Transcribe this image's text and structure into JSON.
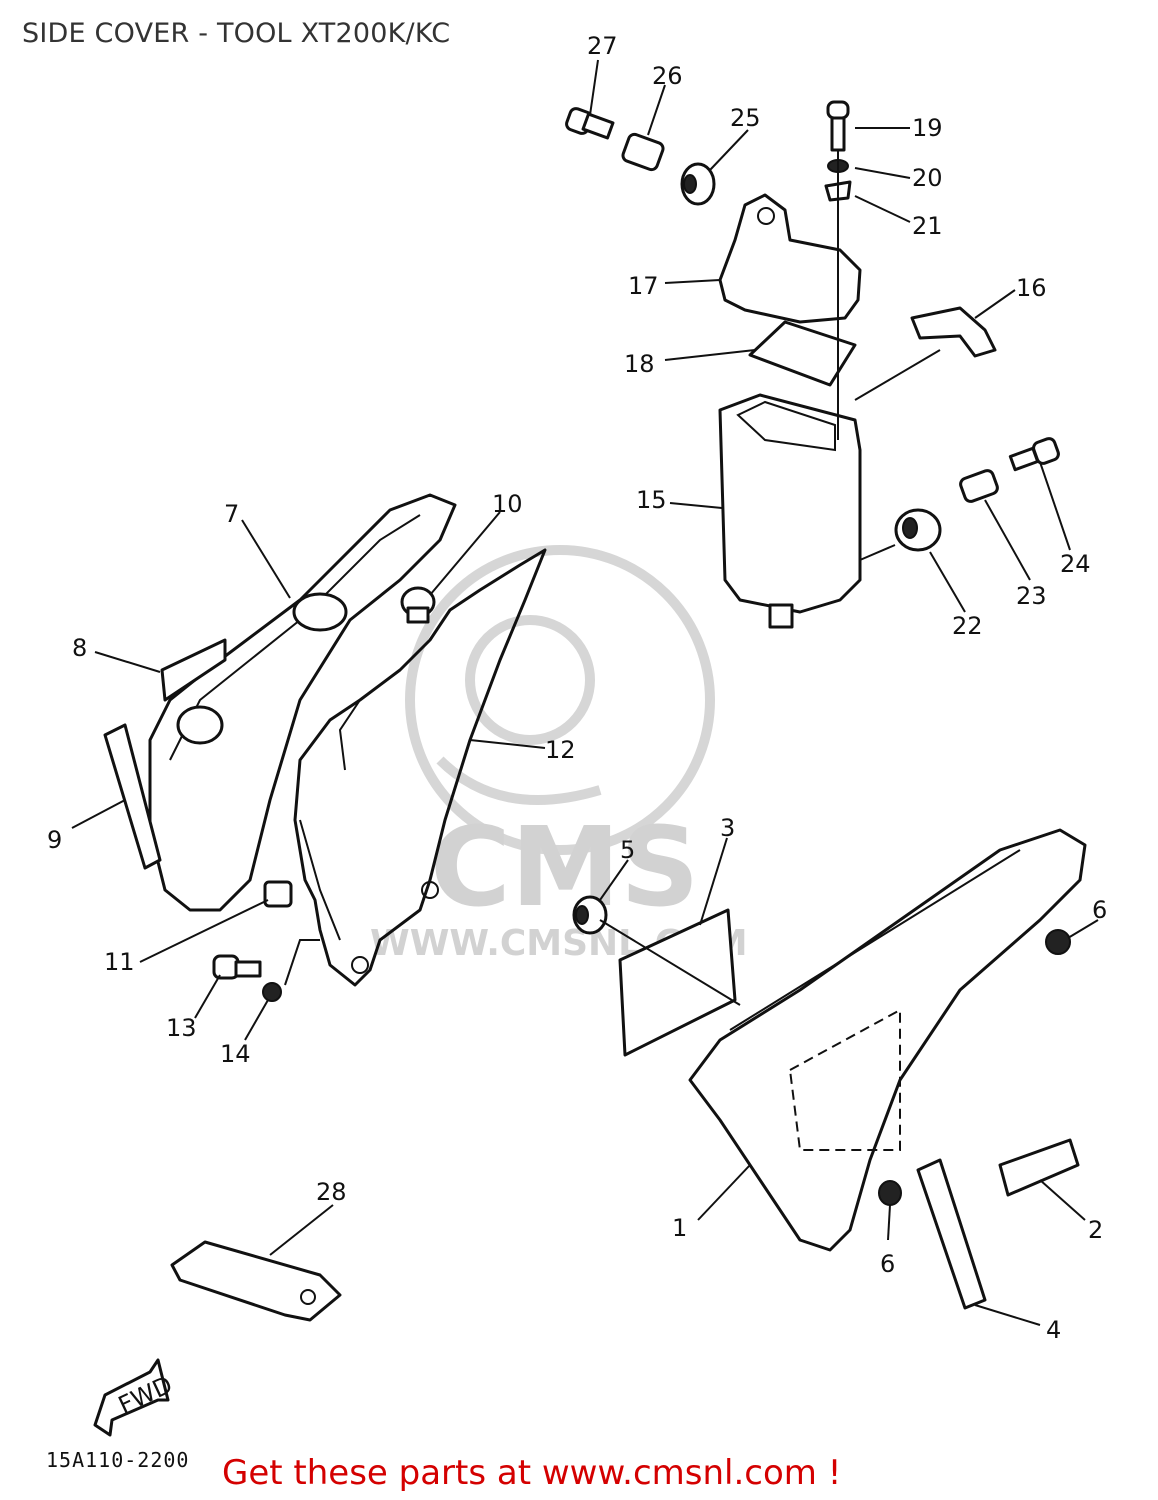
{
  "title": "SIDE COVER - TOOL XT200K/KC",
  "diagram_code": "15A110-2200",
  "footer": "Get these parts at www.cmsnl.com !",
  "watermark": {
    "brand": "CMS",
    "url": "WWW.CMSNL.COM"
  },
  "fwd_label": "FWD",
  "callouts": [
    "1",
    "2",
    "3",
    "4",
    "5",
    "6",
    "6",
    "7",
    "8",
    "9",
    "10",
    "11",
    "12",
    "13",
    "14",
    "15",
    "16",
    "17",
    "18",
    "19",
    "20",
    "21",
    "22",
    "23",
    "24",
    "25",
    "26",
    "27",
    "28"
  ],
  "colors": {
    "footer": "#d40000",
    "line": "#111111",
    "watermark": "#d6d6d6"
  }
}
